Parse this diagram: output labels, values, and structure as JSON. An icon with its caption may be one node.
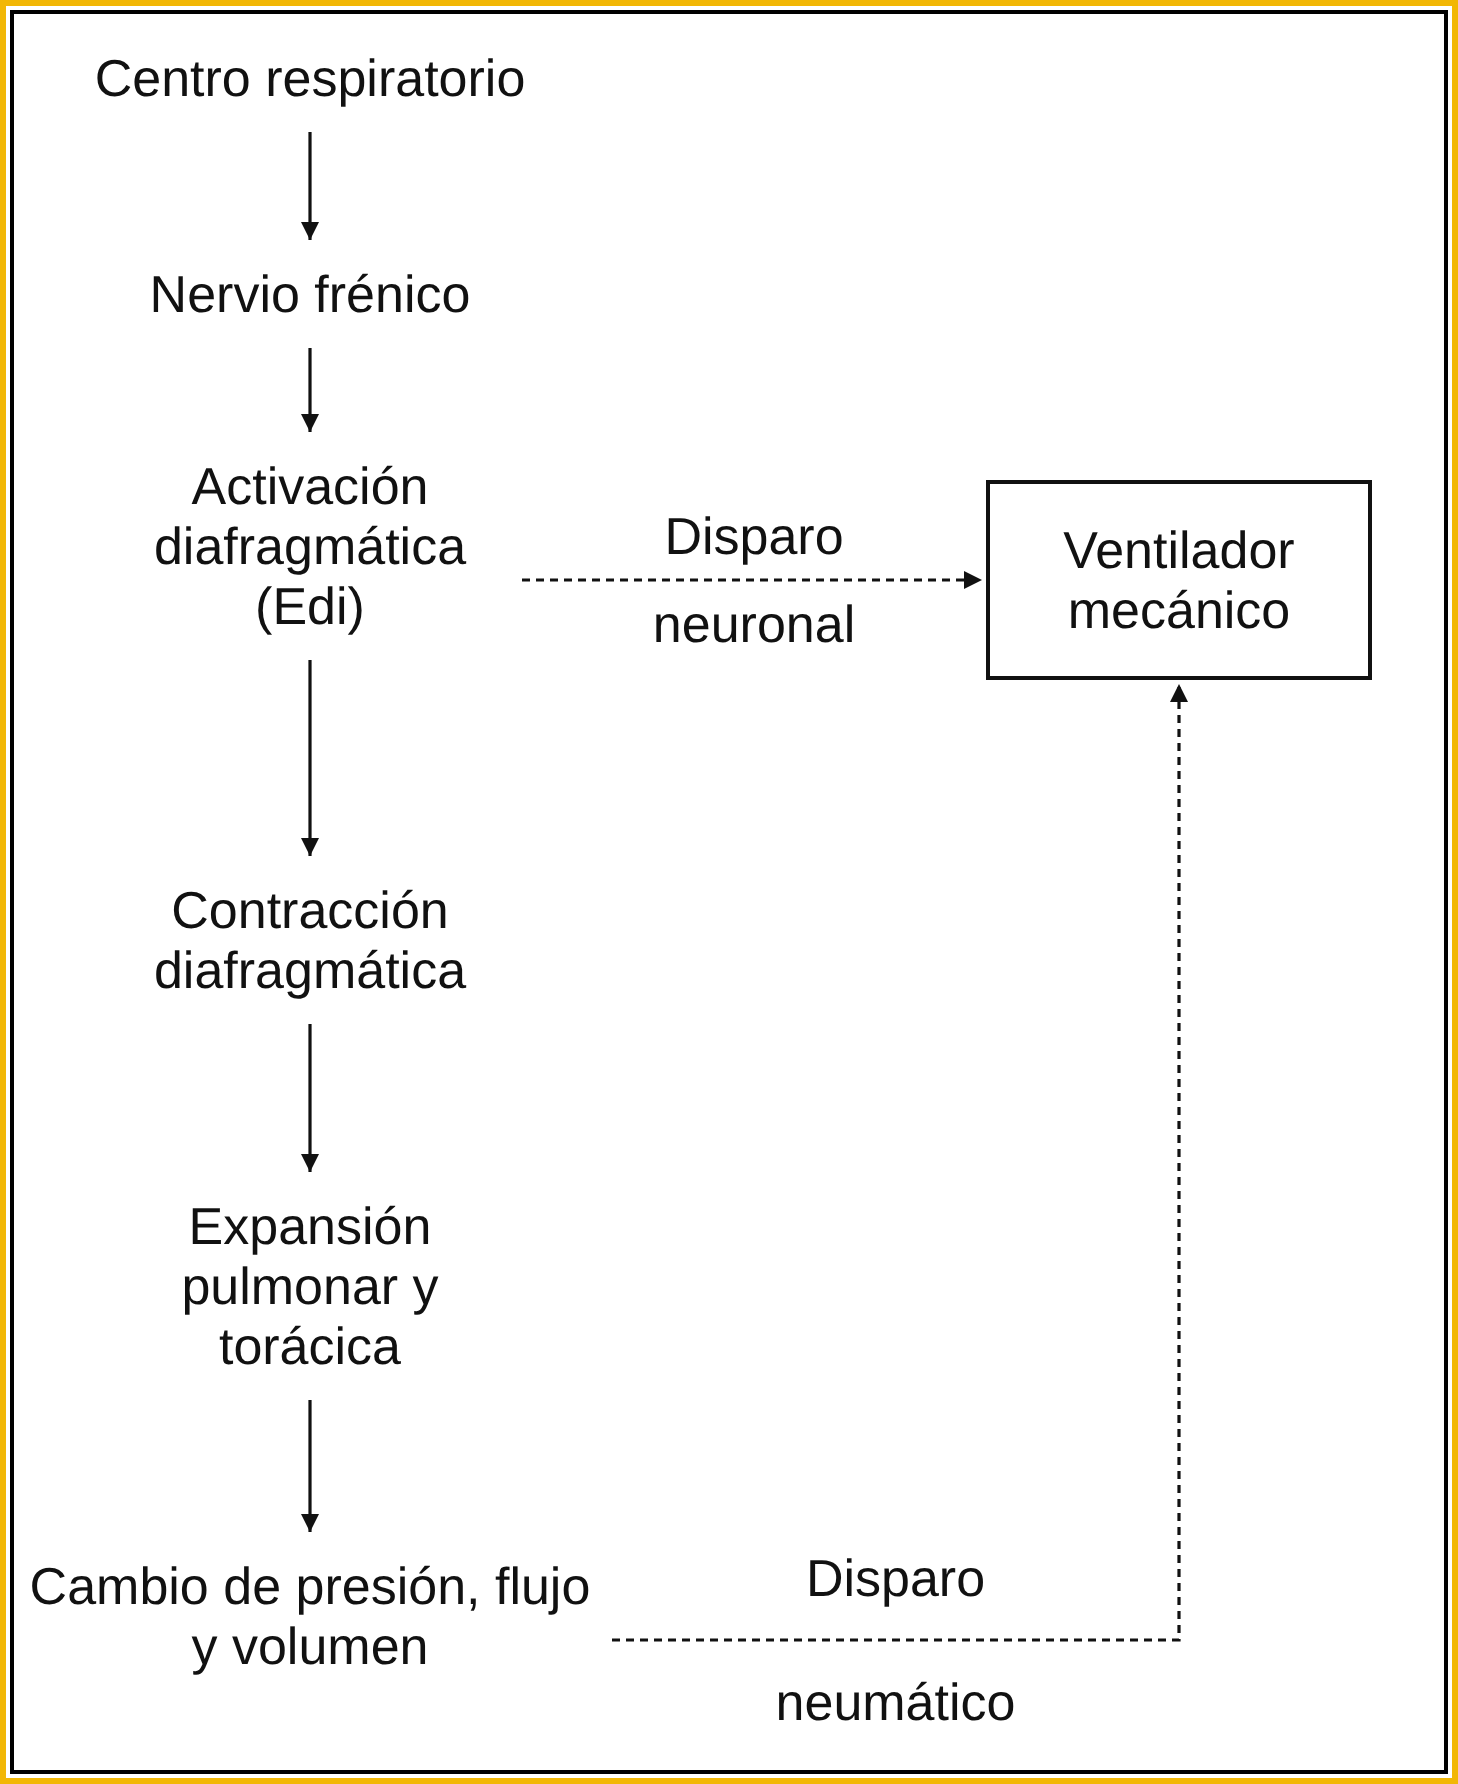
{
  "diagram": {
    "nodes": [
      {
        "text": [
          "Centro respiratorio"
        ]
      },
      {
        "text": [
          "Nervio frénico"
        ]
      },
      {
        "text": [
          "Activación diafragmática (Edi)"
        ]
      },
      {
        "text": [
          "Ventilador mecánico"
        ]
      },
      {
        "text": [
          "Contracción diafragmática"
        ]
      },
      {
        "text": [
          "Expansión pulmonar y torácica"
        ]
      },
      {
        "text": [
          "Cambio de presión, flujo y volumen"
        ]
      }
    ],
    "edges": [
      {
        "from": 0,
        "to": 1,
        "arrow": "to"
      },
      {
        "from": 1,
        "to": 2,
        "arrow": "to"
      },
      {
        "from": 2,
        "to": 3,
        "arrow": "to",
        "label": "Disparo neuronal",
        "style": "dashed"
      },
      {
        "from": 2,
        "to": 4,
        "arrow": "to"
      },
      {
        "from": 4,
        "to": 5,
        "arrow": "to"
      },
      {
        "from": 5,
        "to": 6,
        "arrow": "to"
      },
      {
        "from": 6,
        "to": 3,
        "arrow": "to",
        "label": "Disparo neumático",
        "style": "dashed"
      }
    ]
  }
}
